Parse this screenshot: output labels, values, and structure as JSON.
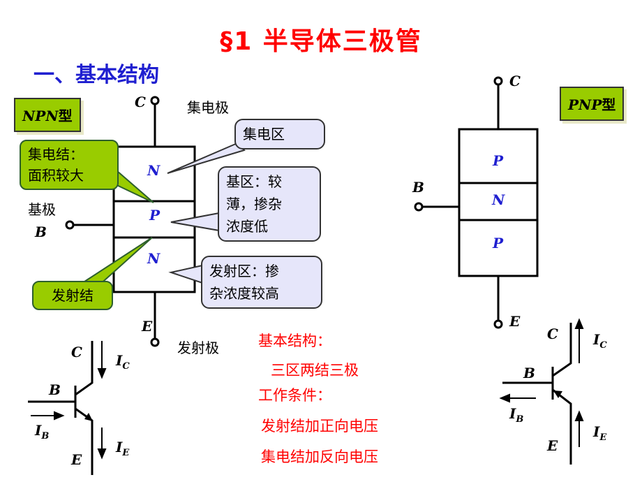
{
  "title": "§1  半导体三极管",
  "subtitle": "一、基本结构",
  "npn": {
    "tag_italic": "NPN",
    "tag_suffix": "型",
    "collector_letter": "C",
    "collector_text": "集电极",
    "base_letter": "B",
    "base_text": "基极",
    "emitter_letter": "E",
    "emitter_text": "发射极",
    "regions": [
      "N",
      "P",
      "N"
    ],
    "callouts": {
      "collector_region": "集电区",
      "collector_junction_1": "集电结：",
      "collector_junction_2": "面积较大",
      "base_region_1": "基区：较",
      "base_region_2": "薄，掺杂",
      "base_region_3": "浓度低",
      "emitter_region_1": "发射区：掺",
      "emitter_region_2": "杂浓度较高",
      "emitter_junction": "发射结"
    }
  },
  "pnp": {
    "tag_italic": "PNP",
    "tag_suffix": "型",
    "collector_letter": "C",
    "base_letter": "B",
    "emitter_letter": "E",
    "regions": [
      "P",
      "N",
      "P"
    ]
  },
  "notes": {
    "line1": "基本结构：",
    "line2": "三区两结三极",
    "line3": "工作条件：",
    "line4": "发射结加正向电压",
    "line5": "集电结加反向电压"
  },
  "npn_symbol": {
    "C": "C",
    "B": "B",
    "E": "E",
    "IC_main": "I",
    "IC_sub": "C",
    "IB_main": "I",
    "IB_sub": "B",
    "IE_main": "I",
    "IE_sub": "E"
  },
  "pnp_symbol": {
    "C": "C",
    "B": "B",
    "E": "E",
    "IC_main": "I",
    "IC_sub": "C",
    "IB_main": "I",
    "IB_sub": "B",
    "IE_main": "I",
    "IE_sub": "E"
  },
  "colors": {
    "title": "#ff0000",
    "subtitle": "#1f1fd0",
    "green_callout": "#99cc00",
    "lavender_callout": "#e6e6fa",
    "region_letters": "#1f1fd0",
    "notes": "#ff0000"
  }
}
